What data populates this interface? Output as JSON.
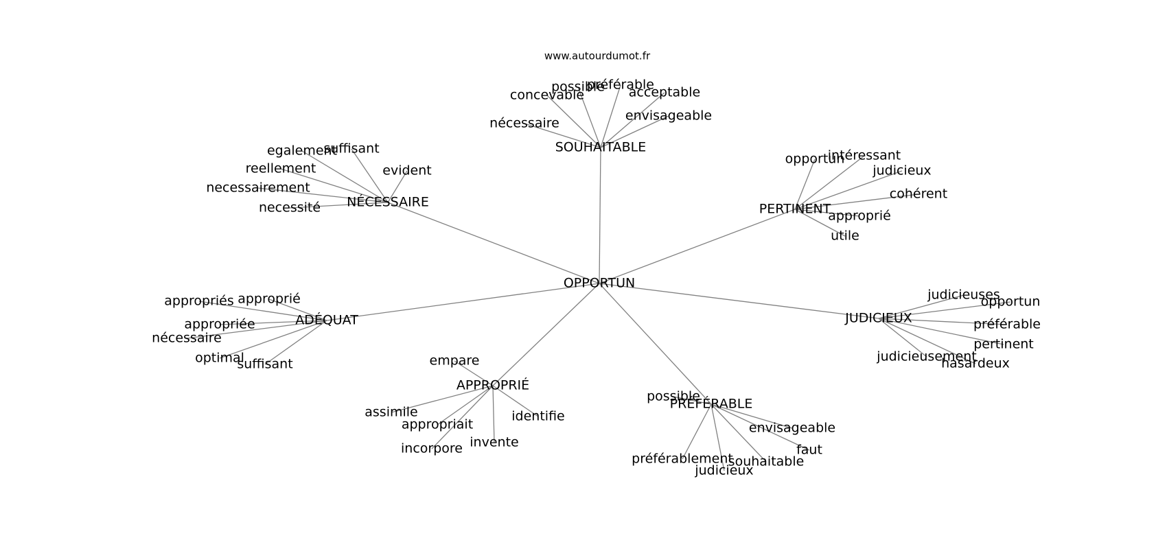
{
  "site": "www.autourdumot.fr",
  "center": {
    "id": "c",
    "label": "OPPORTUN"
  },
  "groups": [
    {
      "id": "souhaitable",
      "label": "SOUHAITABLE",
      "leaves": [
        "concevable",
        "possible",
        "préférable",
        "acceptable",
        "nécessaire",
        "envisageable"
      ]
    },
    {
      "id": "necessaire",
      "label": "NÉCESSAIRE",
      "leaves": [
        "egalement",
        "suffisant",
        "reellement",
        "evident",
        "necessairement",
        "necessité"
      ]
    },
    {
      "id": "pertinent",
      "label": "PERTINENT",
      "leaves": [
        "opportun",
        "intéressant",
        "judicieux",
        "cohérent",
        "approprié",
        "utile"
      ]
    },
    {
      "id": "adequat",
      "label": "ADÉQUAT",
      "leaves": [
        "appropriés",
        "approprié",
        "appropriée",
        "nécessaire",
        "optimal",
        "suffisant"
      ]
    },
    {
      "id": "judicieux",
      "label": "JUDICIEUX",
      "leaves": [
        "judicieuses",
        "opportun",
        "préférable",
        "pertinent",
        "judicieusement",
        "hasardeux"
      ]
    },
    {
      "id": "approprie",
      "label": "APPROPRIÉ",
      "leaves": [
        "empare",
        "assimile",
        "appropriait",
        "identifie",
        "incorpore",
        "invente"
      ]
    },
    {
      "id": "preferable",
      "label": "PRÉFÉRABLE",
      "leaves": [
        "possible",
        "envisageable",
        "faut",
        "préférablement",
        "souhaitable",
        "judicieux"
      ]
    }
  ]
}
